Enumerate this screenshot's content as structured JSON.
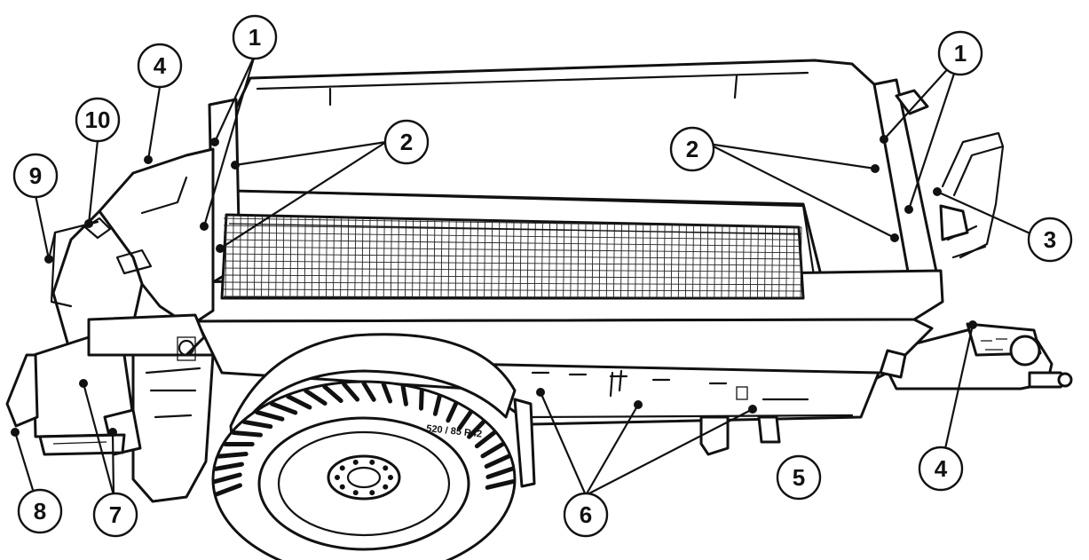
{
  "figure": {
    "subject": "Fertilizer spreader trailer",
    "callouts": [
      {
        "label": "1"
      },
      {
        "label": "2"
      },
      {
        "label": "4"
      },
      {
        "label": "10"
      },
      {
        "label": "9"
      },
      {
        "label": "8"
      },
      {
        "label": "7"
      },
      {
        "label": "6"
      },
      {
        "label": "5"
      },
      {
        "label": "4"
      },
      {
        "label": "3"
      },
      {
        "label": "2"
      },
      {
        "label": "1"
      }
    ],
    "tire_marking": "520 / 85 R42"
  }
}
